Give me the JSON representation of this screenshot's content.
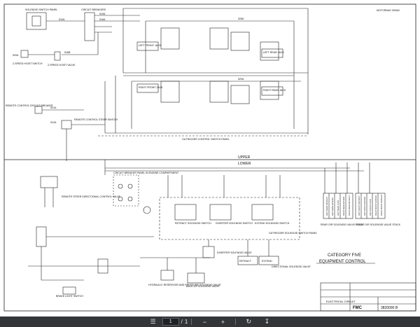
{
  "sheet": {
    "title_top_left": "SOLENOID SWITCH PANEL",
    "title_breakers": "CIRCUIT BREAKERS",
    "top_right_caption": "MOTORWAY DRAW",
    "labels": {
      "s10a": "510A",
      "s19a": "519A",
      "s16a": "516A",
      "s20a": "520A",
      "s16b": "516B",
      "s28a": "528A",
      "s29a": "529A",
      "s21a": "521A",
      "s12a": "512A",
      "hoist_switch": "2-SPEED HOIST SWITCH",
      "hoist_valve": "2-SPEED HOIST VALVE",
      "left_front_jack": "LEFT FRONT JACK",
      "left_rear_jack": "LEFT REAR JACK",
      "right_front_jack": "RIGHT FRONT JACK",
      "right_rear_jack": "RIGHT REAR JACK",
      "remote_breaker": "REMOTE CONTROL CIRCUIT BREAKER",
      "remote_steer": "REMOTE CONTROL STEER SWITCH",
      "outrigger_panel": "OUTRIGGER CONTROL SWITCH PANEL",
      "upper": "UPPER",
      "lower": "LOWER",
      "circuit_breaker_panel": "CIRCUIT BREAKER PANEL IN ENGINE COMPARTMENT",
      "remote_steer_valve": "REMOTE STEER DIRECTIONAL CONTROL VALVE",
      "retract_switch": "RETRACT SOLENOID SWITCH",
      "diverter_switch": "DIVERTER SOLENOID SWITCH",
      "extend_switch": "EXTEND SOLENOID SWITCH",
      "outrigger_solenoid_panel": "OUTRIGGER SOLENOID SWITCH PANEL",
      "diverter_valve": "DIVERTER SOLENOID VALVE",
      "retract": "RETRACT",
      "extend": "EXTEND",
      "directional_valve": "DIRECTIONAL SOLENOID VALVE",
      "hydraulic_reservoir": "HYDRAULIC RESERVOIR AND PRESSURE SOLENOID VALVE",
      "backup_valve": "BACK-UP SOLENOID VALVE",
      "brake_light": "BRAKE LIGHT SWITCH",
      "rear_stack": "REAR O/R SOLENOID VALVE STACK",
      "front_stack": "FRONT O/R SOLENOID VALVE STACK",
      "category": "CATEGORY FIVE",
      "equipment": "EQUIPMENT CONTROL",
      "title_block": "ELECTRICAL CIRCUIT",
      "brand": "FMC",
      "drawing_no": "3820090 B",
      "stack_rear": [
        "LEFT REAR RETRACT",
        "LEFT REAR EXTEND",
        "LEFT REAR LOCK",
        "RIGHT REAR EXTEND",
        "RIGHT REAR RETRACT"
      ],
      "stack_front": [
        "LEFT FRONT RETRACT",
        "LEFT FRONT EXTEND",
        "LEFT FRONT LOCK",
        "RIGHT FRONT EXTEND",
        "RIGHT FRONT RETRACT"
      ]
    }
  },
  "toolbar": {
    "menu_icon": "menu-icon",
    "page_current": "1",
    "page_separator": "/",
    "page_total": "1",
    "zoom_out_icon": "minus-icon",
    "zoom_in_icon": "plus-icon",
    "rotate_icon": "rotate-icon",
    "download_icon": "download-icon"
  }
}
